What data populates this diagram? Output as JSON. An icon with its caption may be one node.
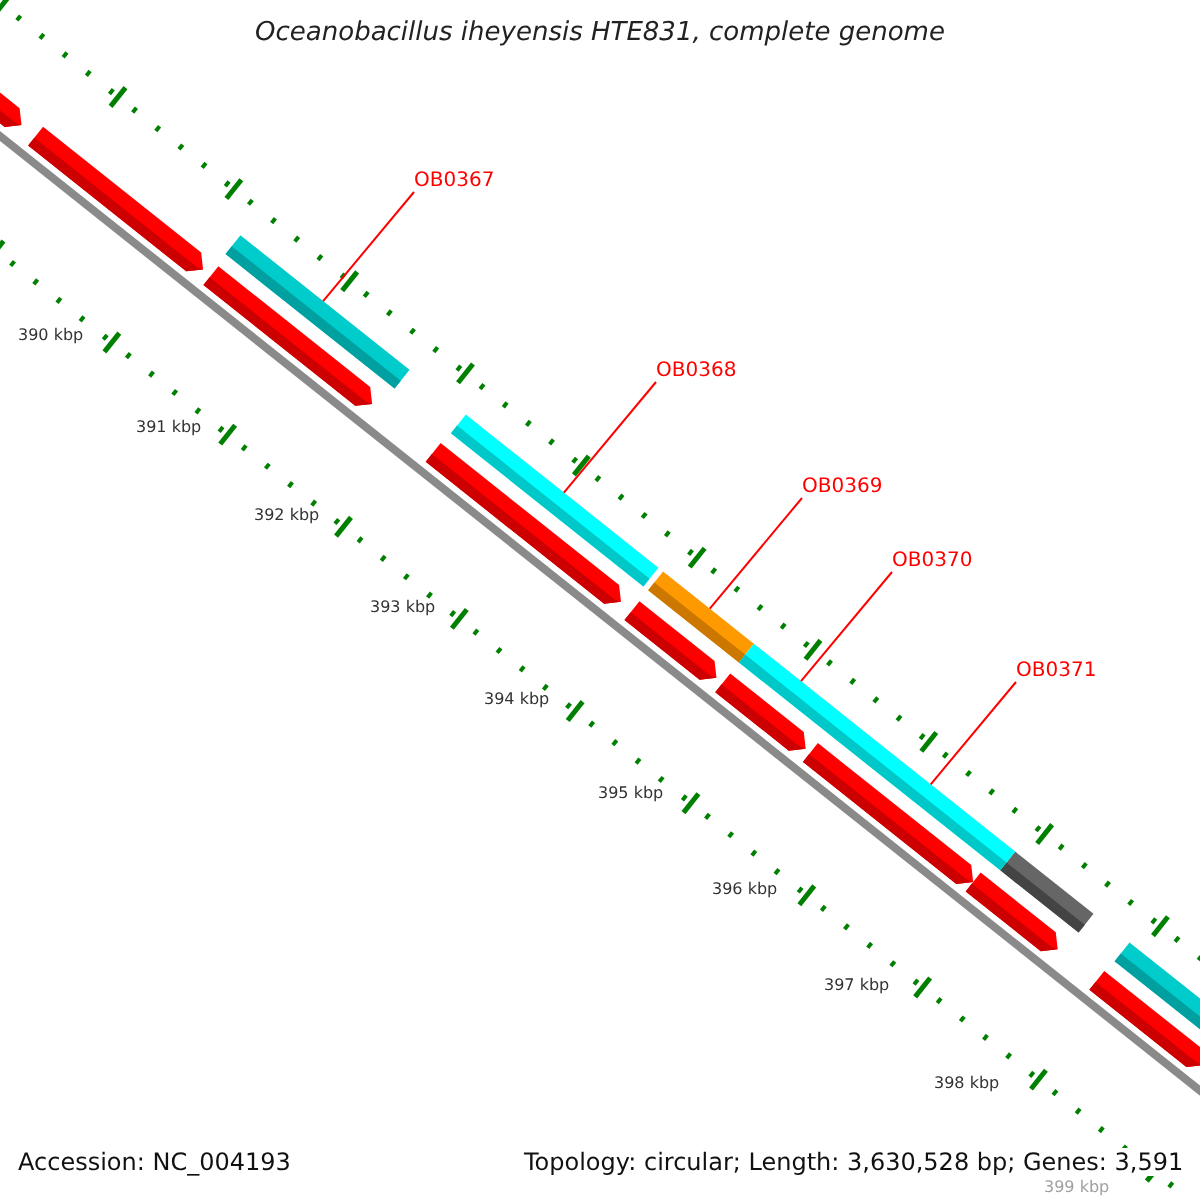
{
  "diagram": {
    "title": "Oceanobacillus iheyensis HTE831, complete genome",
    "nodes": [
      {
        "text": [
          "OB0367"
        ]
      },
      {
        "text": [],
        "shape": "bar"
      },
      {
        "text": [
          "OB0368"
        ]
      },
      {
        "text": [],
        "shape": "bar"
      },
      {
        "text": [
          "OB0369"
        ]
      },
      {
        "text": [],
        "shape": "bar"
      },
      {
        "text": [
          "OB0370"
        ]
      },
      {
        "text": [],
        "shape": "bar"
      },
      {
        "text": [
          "OB0371"
        ]
      }
    ],
    "edges": [
      {
        "from": 0,
        "to": 1,
        "arrow": "none"
      },
      {
        "from": 2,
        "to": 3,
        "arrow": "none"
      },
      {
        "from": 4,
        "to": 5,
        "arrow": "none"
      },
      {
        "from": 6,
        "to": 7,
        "arrow": "none"
      },
      {
        "from": 8,
        "to": 7,
        "arrow": "none"
      }
    ],
    "labels": [
      "390 kbp",
      "391 kbp",
      "392 kbp",
      "393 kbp",
      "394 kbp",
      "395 kbp",
      "396 kbp",
      "397 kbp",
      "398 kbp",
      "399 kbp",
      "Accession: NC_004193",
      "Topology: circular; Length: 3,630,528 bp; Genes: 3,591"
    ]
  }
}
